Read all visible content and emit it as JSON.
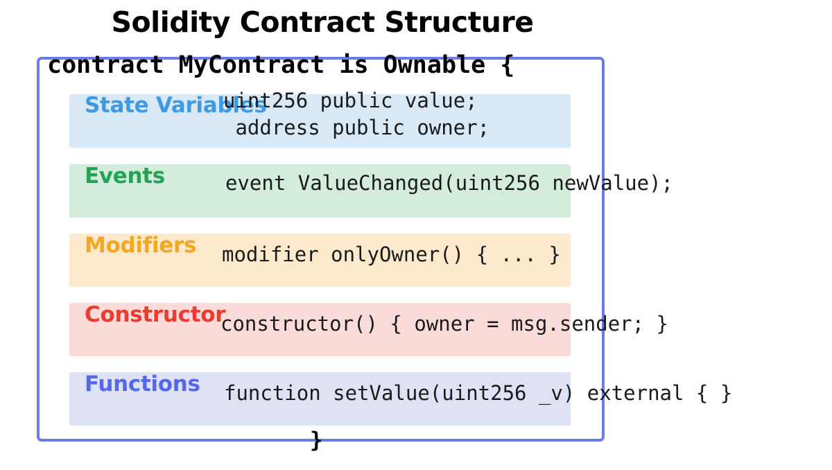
{
  "title": "Solidity Contract Structure",
  "contract": {
    "declaration": "contract MyContract is Ownable {",
    "closing_brace": "}",
    "border_color": "#6b7ce8"
  },
  "sections": [
    {
      "id": "state-variables",
      "label": "State Variables",
      "label_color": "#3f9ae0",
      "band_color": "#d8e8f5",
      "code": "uint256 public value;\n address public owner;"
    },
    {
      "id": "events",
      "label": "Events",
      "label_color": "#23a455",
      "band_color": "#d4ecdc",
      "code": "event ValueChanged(uint256 newValue);"
    },
    {
      "id": "modifiers",
      "label": "Modifiers",
      "label_color": "#f5a623",
      "band_color": "#fdeacd",
      "code": "modifier onlyOwner() { ... }"
    },
    {
      "id": "constructor",
      "label": "Constructor",
      "label_color": "#ee3b2f",
      "band_color": "#f9dcd9",
      "code": "constructor() { owner = msg.sender; }"
    },
    {
      "id": "functions",
      "label": "Functions",
      "label_color": "#5468e8",
      "band_color": "#dfe2f5",
      "code": "function setValue(uint256 _v) external { }"
    }
  ]
}
